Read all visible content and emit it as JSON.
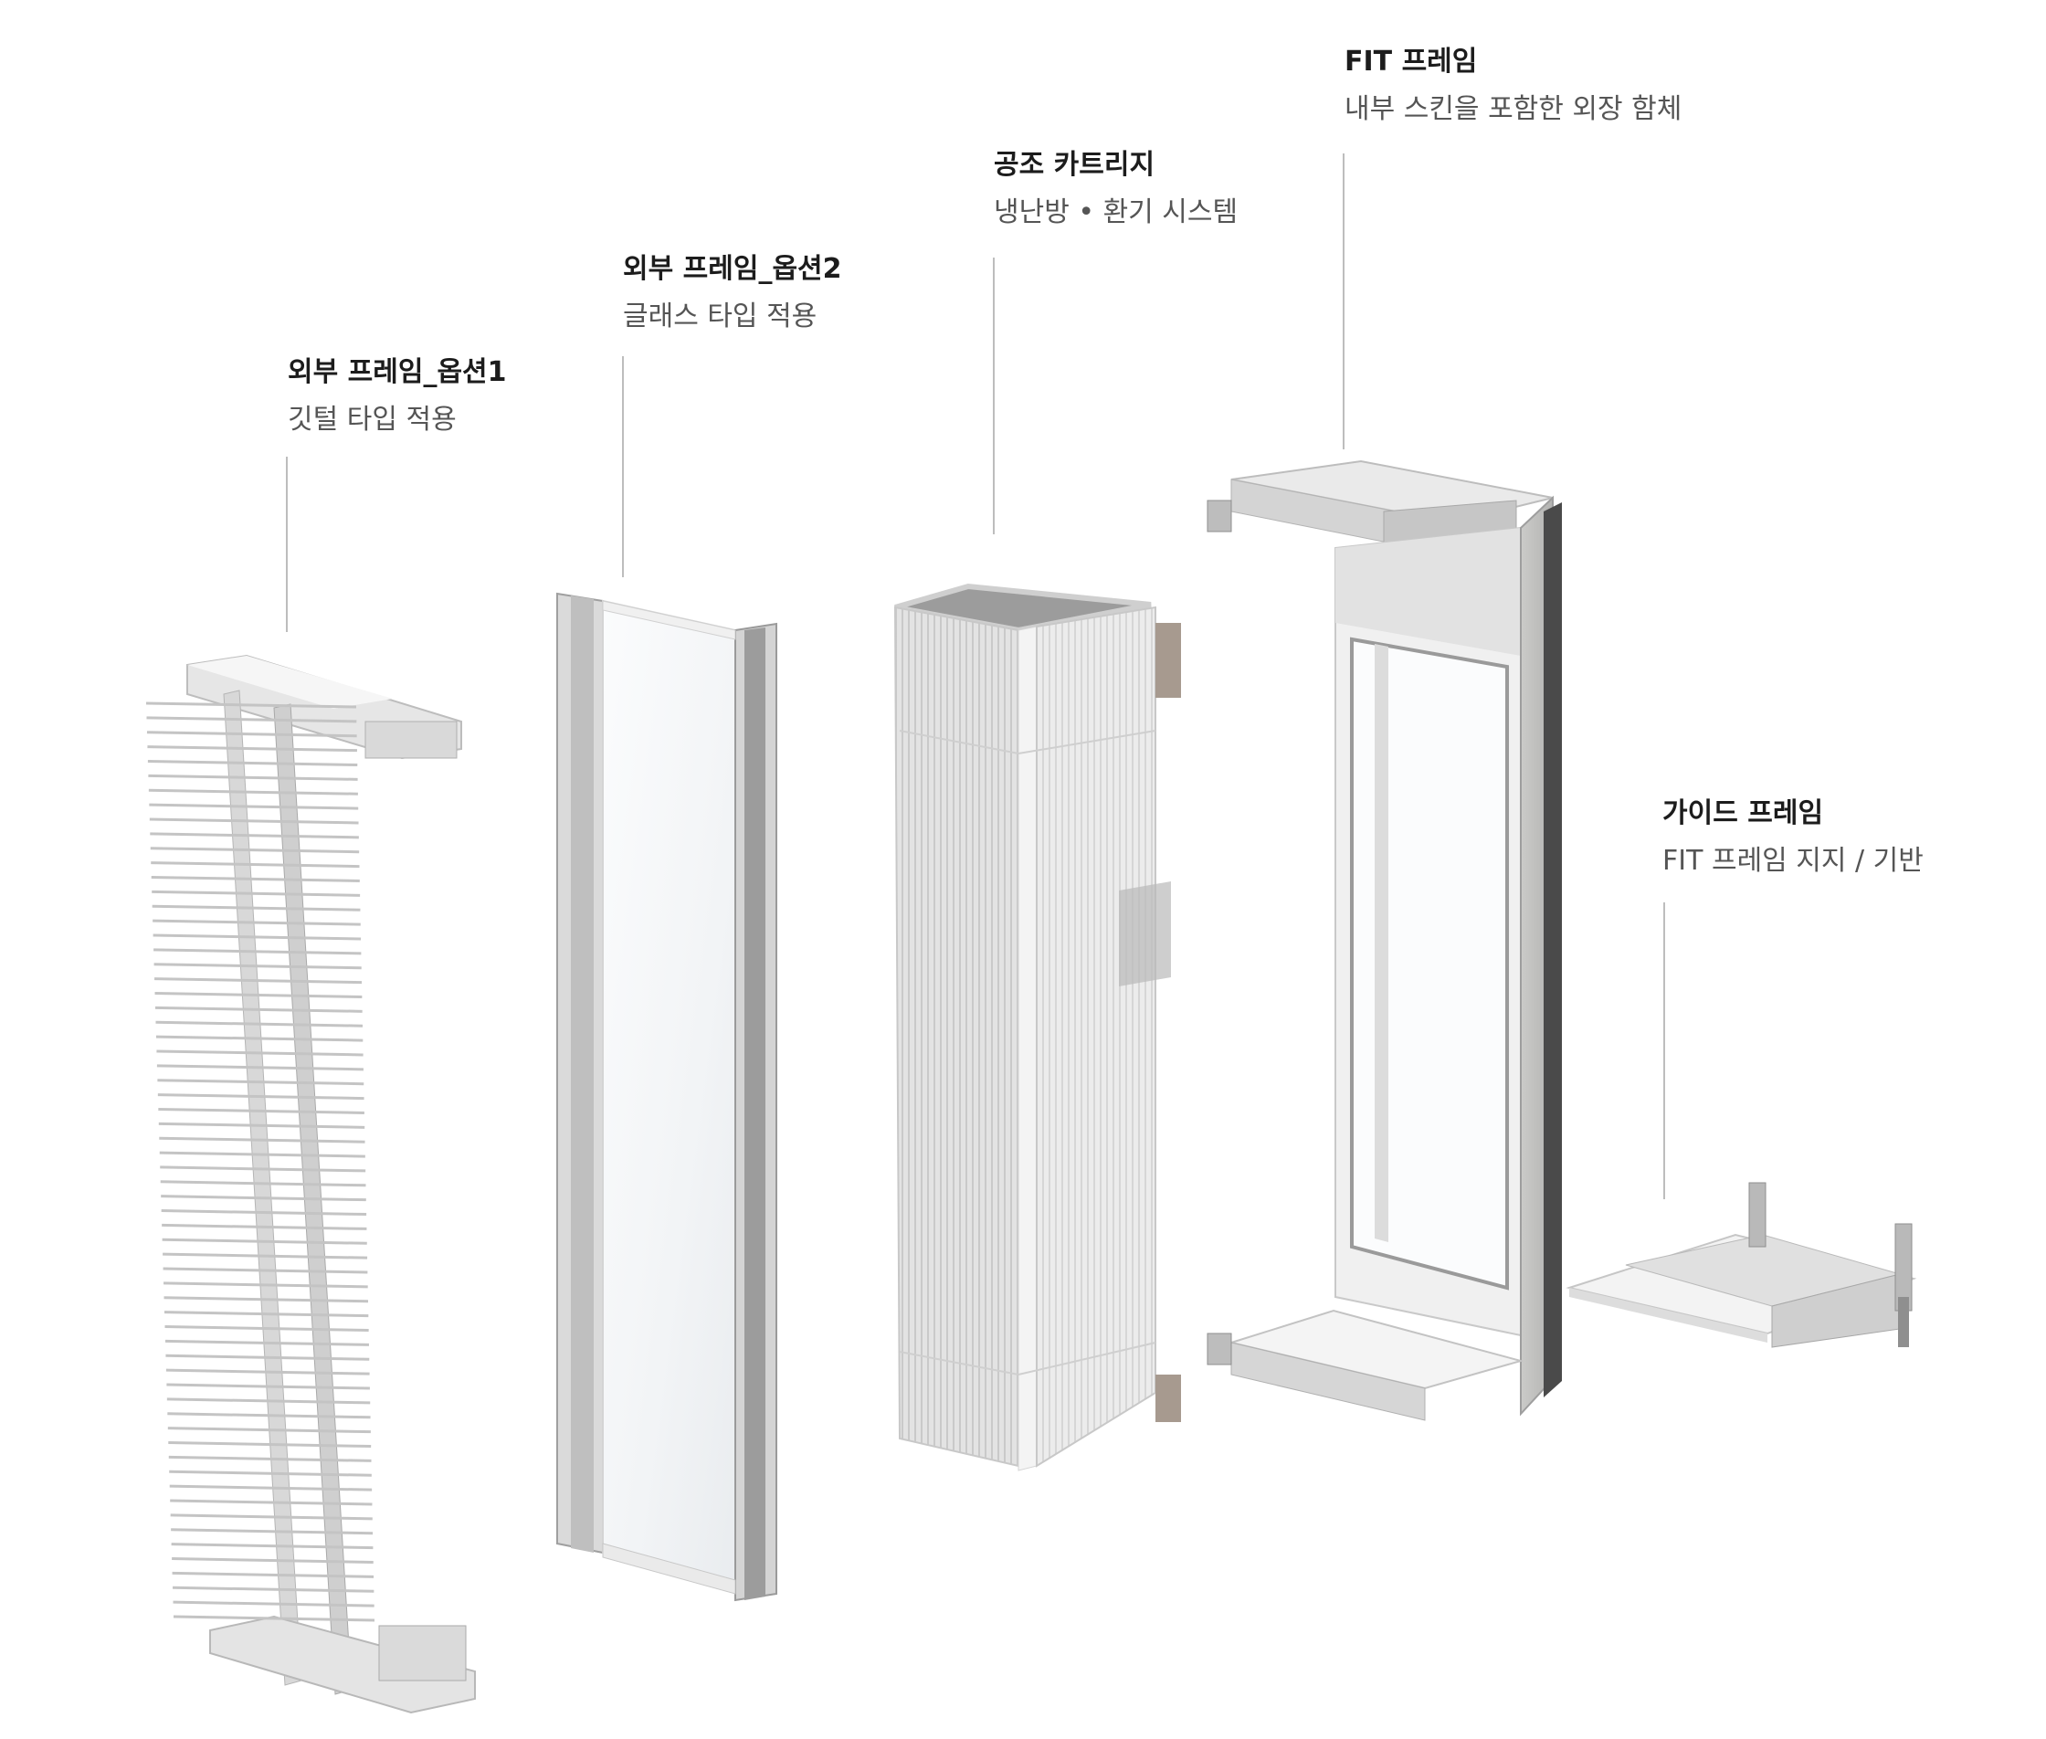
{
  "components": [
    {
      "id": "outer-frame-option1",
      "title": "외부 프레임_옵션1",
      "subtitle": "깃털 타입 적용"
    },
    {
      "id": "outer-frame-option2",
      "title": "외부 프레임_옵션2",
      "subtitle": "글래스 타입 적용"
    },
    {
      "id": "hvac-cartridge",
      "title": "공조 카트리지",
      "subtitle": "냉난방 • 환기 시스템"
    },
    {
      "id": "fit-frame",
      "title": "FIT 프레임",
      "subtitle": "내부 스킨을 포함한 외장 함체"
    },
    {
      "id": "guide-frame",
      "title": "가이드 프레임",
      "subtitle": "FIT 프레임 지지 / 기반"
    }
  ],
  "colors": {
    "background": "#ffffff",
    "title_text": "#1c1c1c",
    "subtitle_text": "#555555",
    "leader_line": "#bdbdbd",
    "aluminum_light": "#eeeeee",
    "aluminum_mid": "#cfcfcf",
    "aluminum_dark": "#9a9a9a",
    "glass": "#f7f8f9",
    "concrete": "#c4c4c2"
  }
}
